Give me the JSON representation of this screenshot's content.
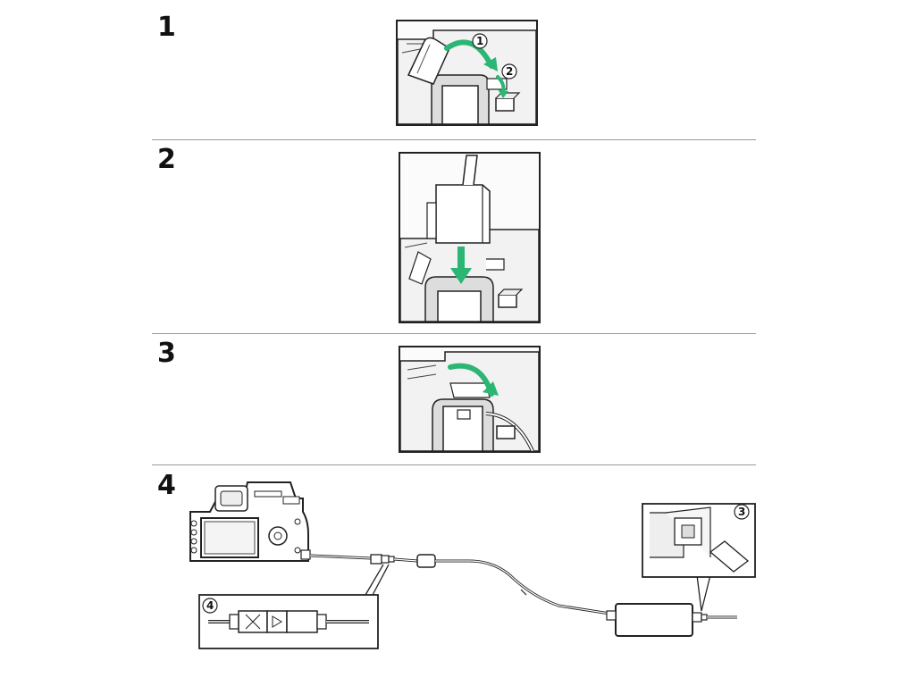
{
  "steps": [
    {
      "number": "1"
    },
    {
      "number": "2"
    },
    {
      "number": "3"
    },
    {
      "number": "4"
    }
  ],
  "callouts": {
    "step1_a": "1",
    "step1_b": "2",
    "step4_plug": "3",
    "step4_connector": "4"
  },
  "colors": {
    "arrow": "#2bb673",
    "line": "#222222",
    "panel_bg": "#fbfbfb"
  }
}
